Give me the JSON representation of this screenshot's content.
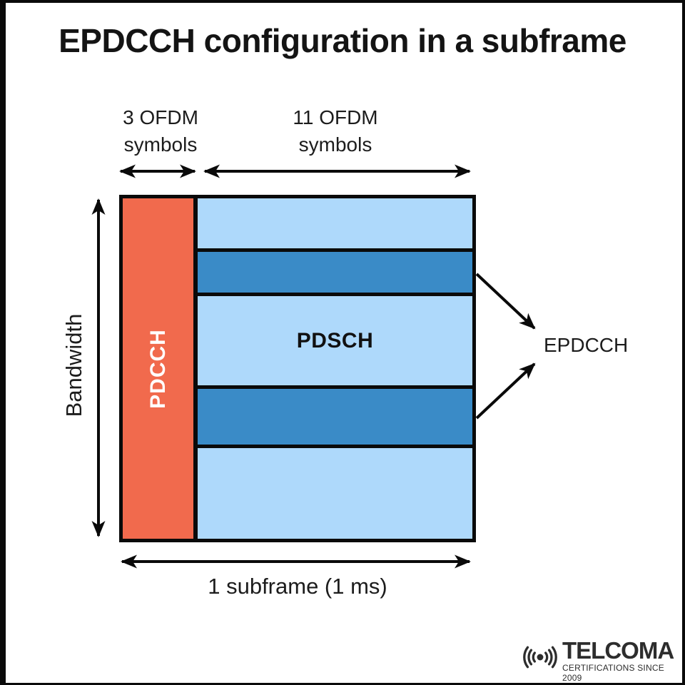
{
  "title": "EPDCCH configuration in a subframe",
  "labels": {
    "pdcch_width": "3 OFDM\nsymbols",
    "pdsch_width": "11 OFDM\nsymbols",
    "bandwidth": "Bandwidth",
    "subframe": "1 subframe (1 ms)",
    "epdcch": "EPDCCH"
  },
  "regions": {
    "pdcch": "PDCCH",
    "pdsch": "PDSCH"
  },
  "icons": {
    "logo": "radio-signal-icon"
  },
  "colors": {
    "pdcch": "#F16A4D",
    "pdsch_light": "#AED9FB",
    "epdcch_dark": "#3A8BC7",
    "line": "#0a0a0a",
    "background": "#ffffff",
    "logo": "#2d2d2d"
  },
  "logo": {
    "name": "TELCOMA",
    "tagline": "CERTIFICATIONS SINCE 2009"
  }
}
